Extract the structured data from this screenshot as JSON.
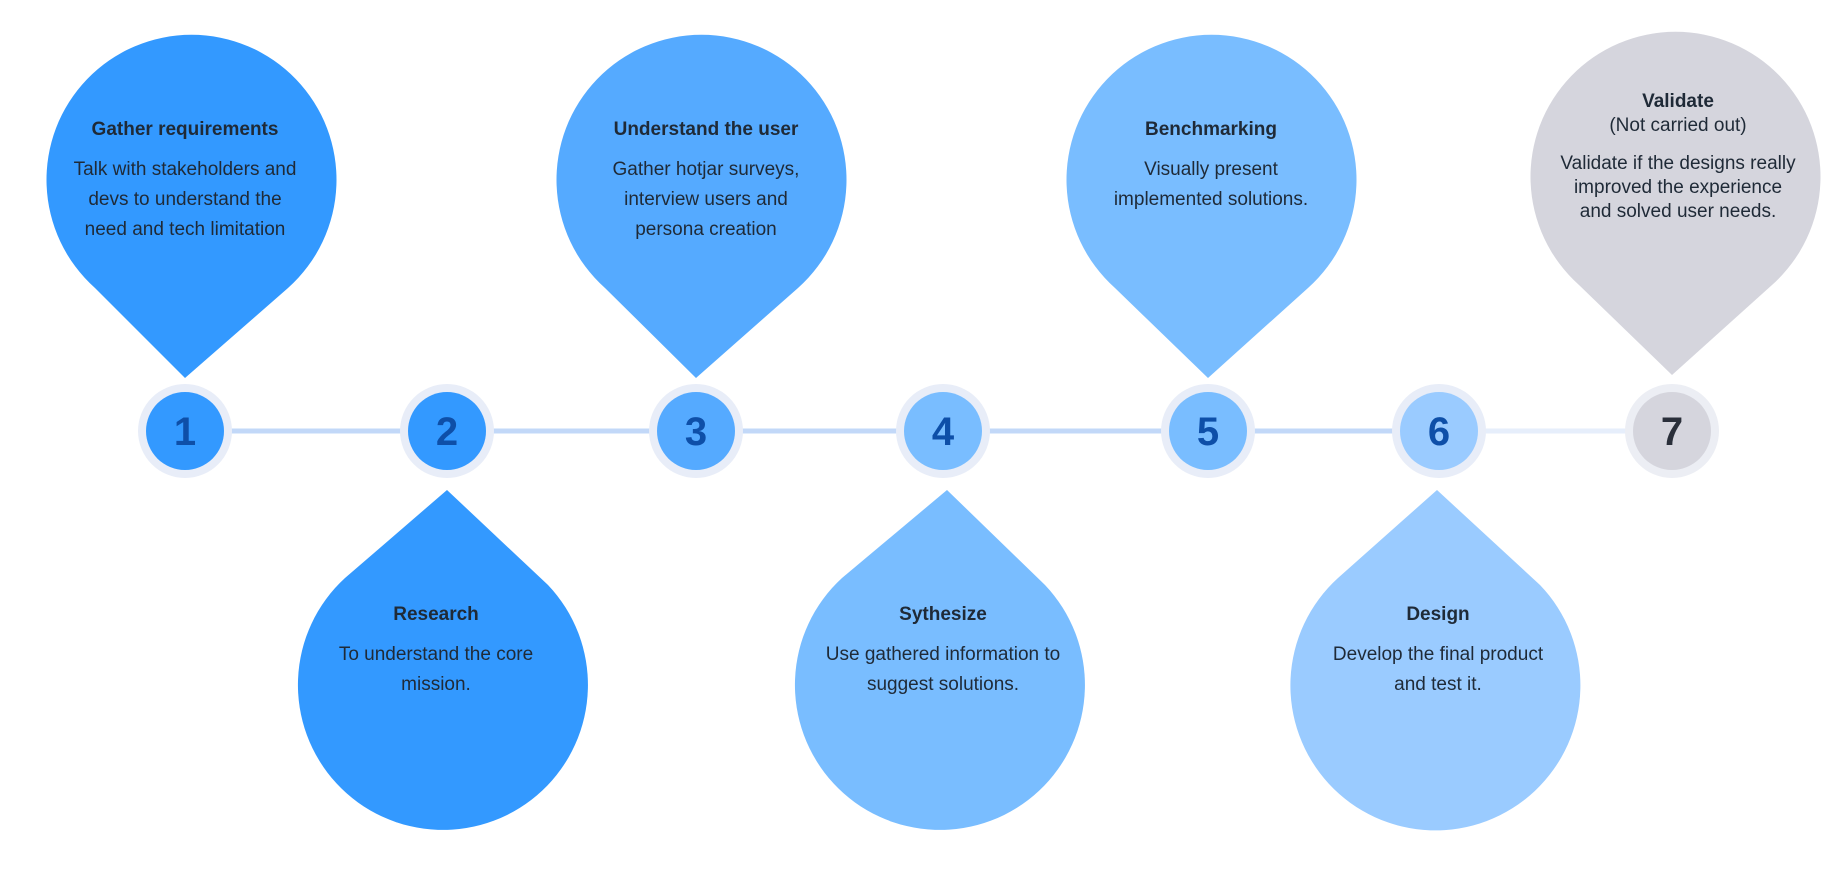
{
  "palette": {
    "blue_dark": "#3399ff",
    "blue_mid": "#55aaff",
    "blue_light": "#79bdff",
    "blue_pale": "#9acbff",
    "gray": "#d5d5dd",
    "ring": "#e8edf8",
    "line": "#c2d8f8",
    "line_faded": "#e6eefb",
    "number_text": "#0e4fa8",
    "number_text_gray": "#2a2f3a"
  },
  "steps": [
    {
      "number": "1",
      "title": "Gather requirements",
      "subtitle": "",
      "body": "Talk with stakeholders and devs to understand the need and tech limitation",
      "position": "top",
      "color": "#3399ff"
    },
    {
      "number": "2",
      "title": "Research",
      "subtitle": "",
      "body": "To understand the core mission.",
      "position": "bottom",
      "color": "#3399ff"
    },
    {
      "number": "3",
      "title": "Understand the user",
      "subtitle": "",
      "body": "Gather  hotjar surveys, interview users and persona creation",
      "position": "top",
      "color": "#55aaff"
    },
    {
      "number": "4",
      "title": "Sythesize",
      "subtitle": "",
      "body": "Use gathered information to suggest solutions.",
      "position": "bottom",
      "color": "#79bdff"
    },
    {
      "number": "5",
      "title": "Benchmarking",
      "subtitle": "",
      "body": "Visually present implemented solutions.",
      "position": "top",
      "color": "#79bdff"
    },
    {
      "number": "6",
      "title": "Design",
      "subtitle": "",
      "body": "Develop the final product and test it.",
      "position": "bottom",
      "color": "#9acbff"
    },
    {
      "number": "7",
      "title": "Validate",
      "subtitle": "(Not carried out)",
      "body": "Validate if the designs really improved the experience and solved user needs.",
      "position": "top",
      "color": "#d5d5dd"
    }
  ]
}
